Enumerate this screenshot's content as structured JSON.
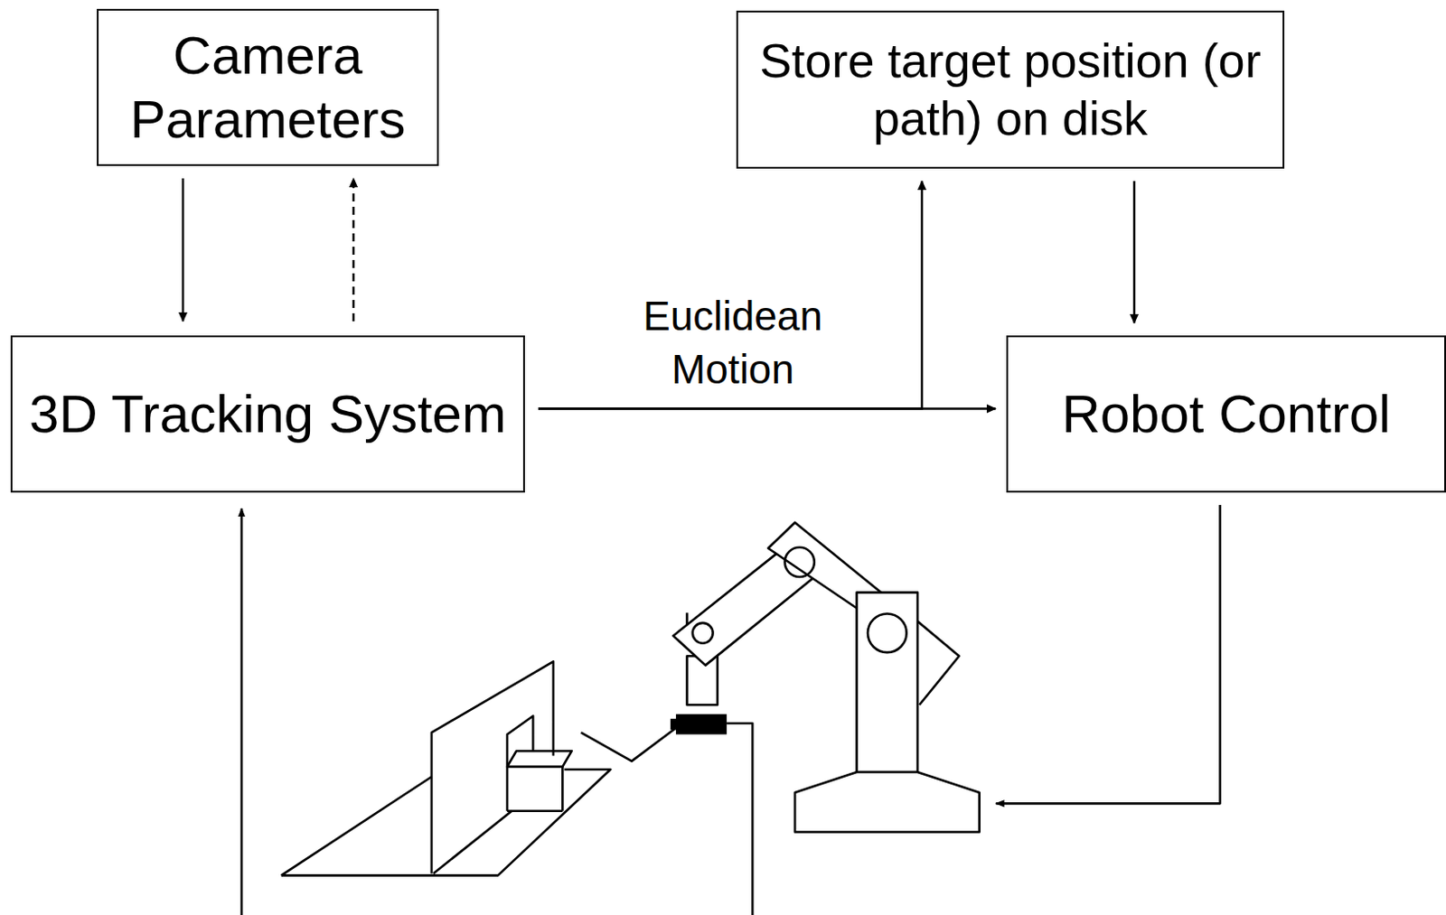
{
  "diagram": {
    "nodes": [
      {
        "text": [
          "Camera Parameters"
        ]
      },
      {
        "text": [
          "Store target position (or path) on disk"
        ]
      },
      {
        "text": [
          "3D Tracking System"
        ]
      },
      {
        "text": [
          "Robot Control"
        ]
      }
    ],
    "edges": [
      {
        "from": 0,
        "to": 2,
        "arrow": "to"
      },
      {
        "from": 2,
        "to": 0,
        "arrow": "to"
      },
      {
        "from": 2,
        "to": 3,
        "label": "Euclidean Motion",
        "arrow": "to"
      },
      {
        "from": 2,
        "to": 1,
        "arrow": "to"
      },
      {
        "from": 1,
        "to": 3,
        "arrow": "to"
      }
    ]
  }
}
